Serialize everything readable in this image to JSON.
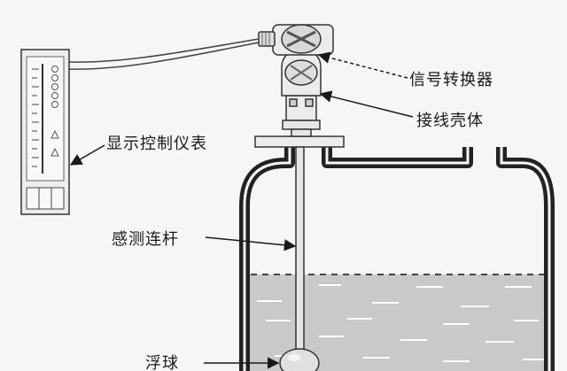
{
  "labels": {
    "signal_converter": "信号转换器",
    "junction_housing": "接线壳体",
    "display_controller": "显示控制仪表",
    "sensing_rod": "感测连杆",
    "float_ball": "浮球"
  },
  "colors": {
    "background": "#f6f6f6",
    "liquid": "#c9c9c9",
    "line": "#2a2a2a",
    "device_fill": "#ebebeb"
  }
}
